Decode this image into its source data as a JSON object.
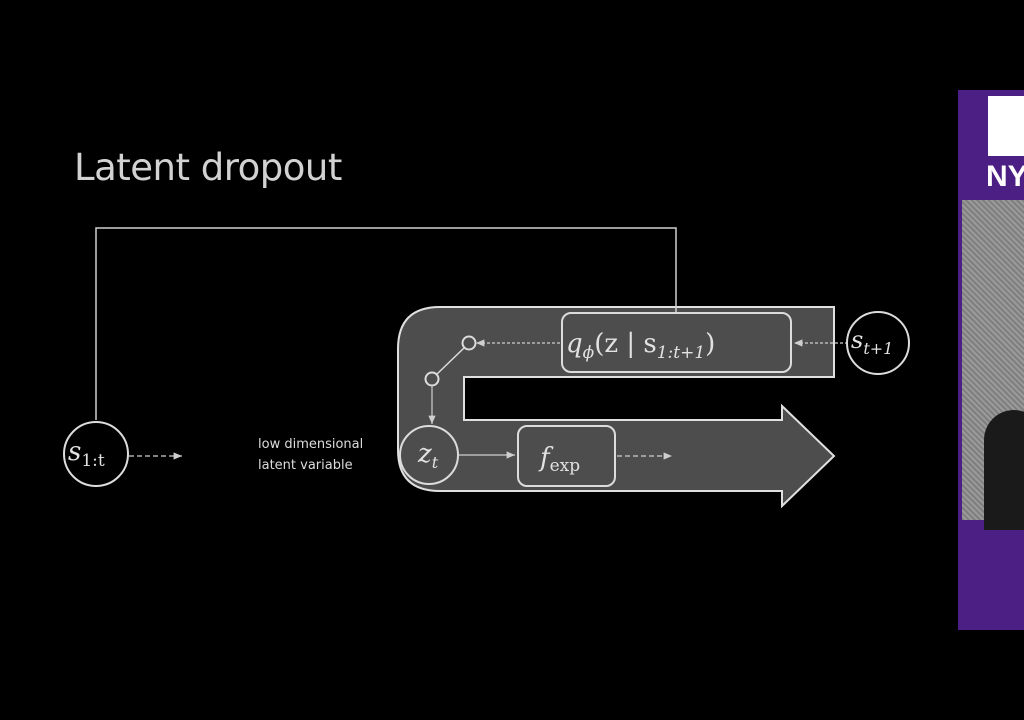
{
  "slide": {
    "title": "Latent dropout"
  },
  "diagram": {
    "node_s1t": {
      "base": "s",
      "sub": "1:t"
    },
    "node_st1": {
      "base": "s",
      "sub": "t+1"
    },
    "node_zt": {
      "base": "z",
      "sub": "t"
    },
    "box_q": {
      "q": "q",
      "phi": "ϕ",
      "body": "(z | s",
      "sub": "1:t+1",
      "close": ")"
    },
    "box_f": {
      "base": "f",
      "sub": "exp"
    },
    "annotation": {
      "line1": "low dimensional",
      "line2": "latent variable"
    }
  },
  "side_panel": {
    "logo_text": "NYU",
    "accent": "#4b1f83"
  },
  "colors": {
    "background": "#000000",
    "arrow_fill": "#4d4d4d",
    "stroke": "#cfcfcf"
  }
}
